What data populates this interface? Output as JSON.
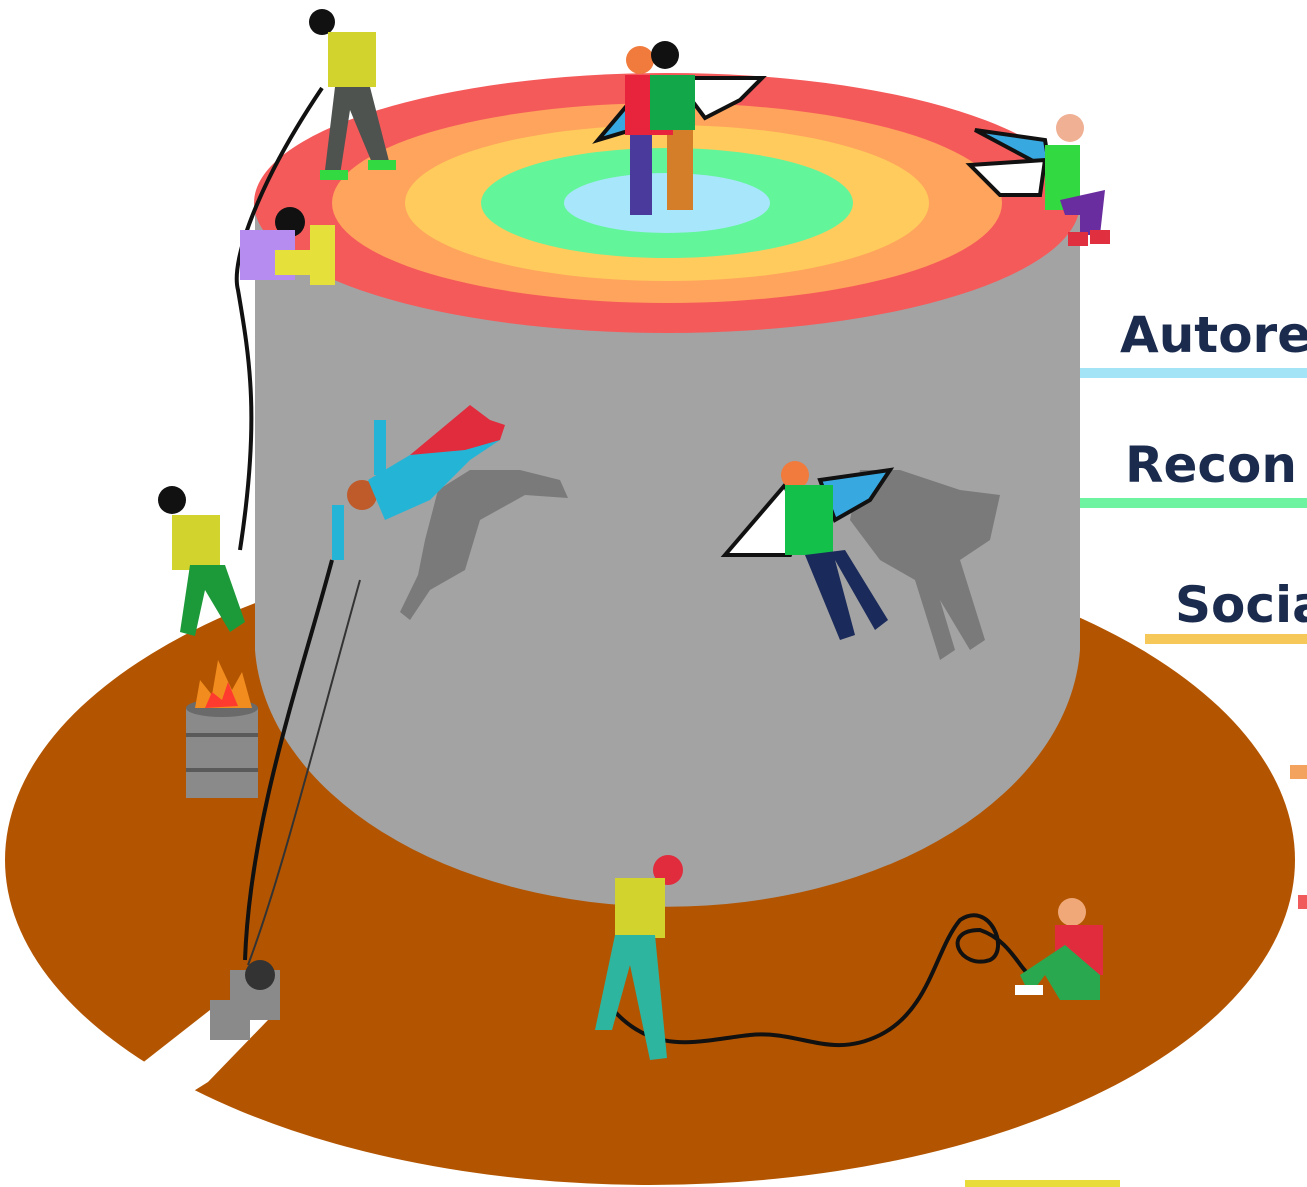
{
  "labels": [
    {
      "text": "Autore",
      "color": "#a4e4f7"
    },
    {
      "text": "Recon",
      "color": "#6ef4a0"
    },
    {
      "text": "Socia",
      "color": "#f6c85a"
    }
  ],
  "edge_marks": [
    {
      "color": "#f4a35e"
    },
    {
      "color": "#f05a5a"
    }
  ],
  "bottom_mark": {
    "color": "#e8dc3a"
  },
  "rings": [
    {
      "name": "outer",
      "color": "#f55a5a"
    },
    {
      "name": "ring-2",
      "color": "#ffa45c"
    },
    {
      "name": "ring-3",
      "color": "#ffcb5c"
    },
    {
      "name": "ring-4",
      "color": "#63f59a"
    },
    {
      "name": "center",
      "color": "#a8e6fb"
    }
  ],
  "colors": {
    "ground": "#b35500",
    "wall": "#a3a3a3",
    "shadow": "#7a7a7a",
    "rope": "#111111",
    "paper": "#ffffff"
  }
}
